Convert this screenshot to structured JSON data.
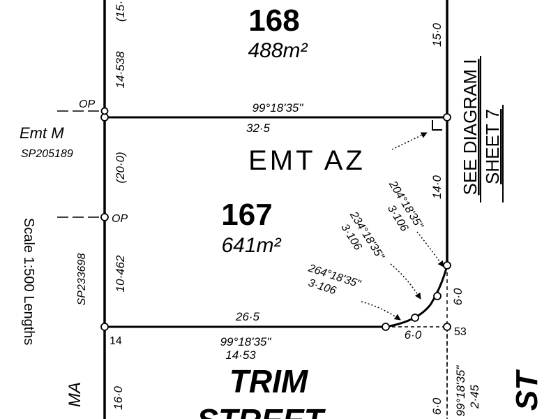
{
  "lots": [
    {
      "number": "168",
      "area": "488m²"
    },
    {
      "number": "167",
      "area": "641m²"
    }
  ],
  "easements": {
    "emt_az": "EMT AZ",
    "emt_m": "Emt M",
    "emt_m_plan": "SP205189",
    "left_plan": "SP233698"
  },
  "bearings": {
    "top_boundary": "99°18'35\"",
    "bottom_boundary": "99°18'35\"",
    "bottom_lower": "99°18'35\"",
    "right_lower": "99°18'35\""
  },
  "distances": {
    "top_boundary": "32·5",
    "bottom_boundary": "26·5",
    "left_upper": "14·538",
    "left_top_partial": "(15·",
    "left_mid": "(20·0)",
    "left_lower": "10·462",
    "right_upper": "15·0",
    "right_mid": "14·0",
    "corner_right": "6·0",
    "corner_bottom": "6·0",
    "corner_left_num": "14",
    "corner_right_num": "53",
    "street_distance": "14·53",
    "left_street": "16·0",
    "right_street": "6·0",
    "right_lower_dist": "2·45"
  },
  "curve_chords": [
    {
      "bearing": "204°18'35\"",
      "distance": "3·106"
    },
    {
      "bearing": "234°18'35\"",
      "distance": "3·106"
    },
    {
      "bearing": "264°18'35\"",
      "distance": "3·106"
    }
  ],
  "markers": {
    "op_top": "OP",
    "op_mid": "OP"
  },
  "street": {
    "line1": "TRIM",
    "line2": "STREET"
  },
  "side_labels": {
    "ma": "MA",
    "st": "ST"
  },
  "diagram_ref": {
    "line1": "SEE DIAGRAM I",
    "line2": "SHEET 7"
  },
  "scale_note": "Scale 1:500 Lengths"
}
